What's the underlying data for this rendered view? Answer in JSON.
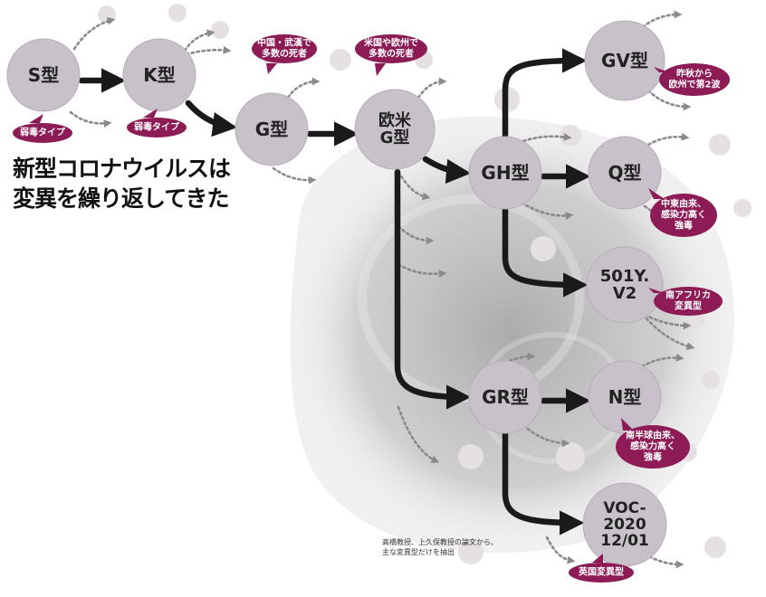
{
  "headline": [
    "新型コロナウイルスは",
    "変異を繰り返してきた"
  ],
  "source_note": [
    "高橋教授、上久保教授の論文から、",
    "主な変異型だけを抽出"
  ],
  "colors": {
    "node_fill": "#c8c1c9",
    "arrow": "#1a1a1a",
    "dotted_arrow": "#8a8a8a",
    "bubble": "#8c1b56",
    "texture": "#9a9a9a"
  },
  "nodes": [
    {
      "id": "S",
      "lines": [
        "S型"
      ]
    },
    {
      "id": "K",
      "lines": [
        "K型"
      ]
    },
    {
      "id": "G",
      "lines": [
        "G型"
      ]
    },
    {
      "id": "EU",
      "lines": [
        "欧米",
        "G型"
      ]
    },
    {
      "id": "GH",
      "lines": [
        "GH型"
      ]
    },
    {
      "id": "GR",
      "lines": [
        "GR型"
      ]
    },
    {
      "id": "GV",
      "lines": [
        "GV型"
      ]
    },
    {
      "id": "Q",
      "lines": [
        "Q型"
      ]
    },
    {
      "id": "V2",
      "lines": [
        "501Y.",
        "V2"
      ]
    },
    {
      "id": "N",
      "lines": [
        "N型"
      ]
    },
    {
      "id": "VOC",
      "lines": [
        "VOC-",
        "2020",
        "12/01"
      ]
    }
  ],
  "edges": [
    {
      "from": "S",
      "to": "K"
    },
    {
      "from": "K",
      "to": "G"
    },
    {
      "from": "G",
      "to": "EU"
    },
    {
      "from": "EU",
      "to": "GH"
    },
    {
      "from": "EU",
      "to": "GR"
    },
    {
      "from": "GH",
      "to": "GV"
    },
    {
      "from": "GH",
      "to": "Q"
    },
    {
      "from": "GH",
      "to": "V2"
    },
    {
      "from": "GR",
      "to": "N"
    },
    {
      "from": "GR",
      "to": "VOC"
    }
  ],
  "bubbles": [
    {
      "id": "s-weak",
      "lines": [
        "弱毒タイプ"
      ]
    },
    {
      "id": "k-weak",
      "lines": [
        "弱毒タイプ"
      ]
    },
    {
      "id": "china",
      "lines": [
        "中国・武漢で",
        "多数の死者"
      ]
    },
    {
      "id": "usa-eu",
      "lines": [
        "米国や欧州で",
        "多数の死者"
      ]
    },
    {
      "id": "gv-note",
      "lines": [
        "昨秋から",
        "欧州で第2波"
      ]
    },
    {
      "id": "q-note",
      "lines": [
        "中東由来、",
        "感染力高く",
        "強毒"
      ]
    },
    {
      "id": "v2-note",
      "lines": [
        "南アフリカ",
        "変異型"
      ]
    },
    {
      "id": "n-note",
      "lines": [
        "南半球由来、",
        "感染力高く",
        "強毒"
      ]
    },
    {
      "id": "uk-note",
      "lines": [
        "英国変異型"
      ]
    }
  ]
}
